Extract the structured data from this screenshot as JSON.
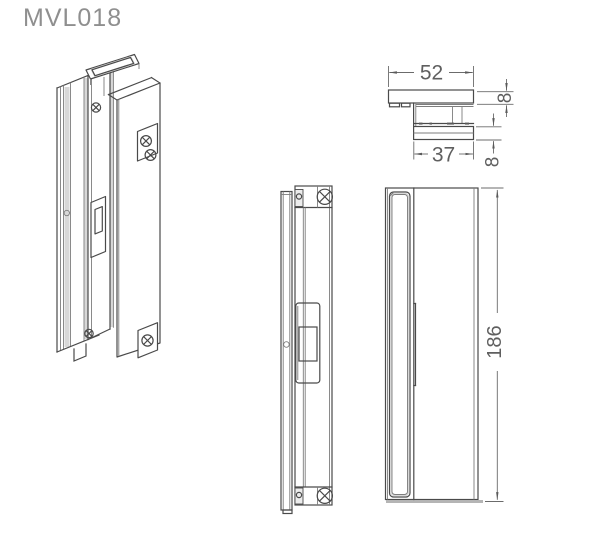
{
  "title": "MVL018",
  "dimensions": {
    "top_width": "52",
    "top_plate_thickness": "8",
    "bottom_width": "37",
    "bottom_plate_thickness": "8",
    "height": "186"
  },
  "colors": {
    "background": "#ffffff",
    "line": "#4a4a4a",
    "dimension_line": "#6b6b6b",
    "dimension_text": "#5f5f5f",
    "title_text": "#8f8f8f"
  }
}
